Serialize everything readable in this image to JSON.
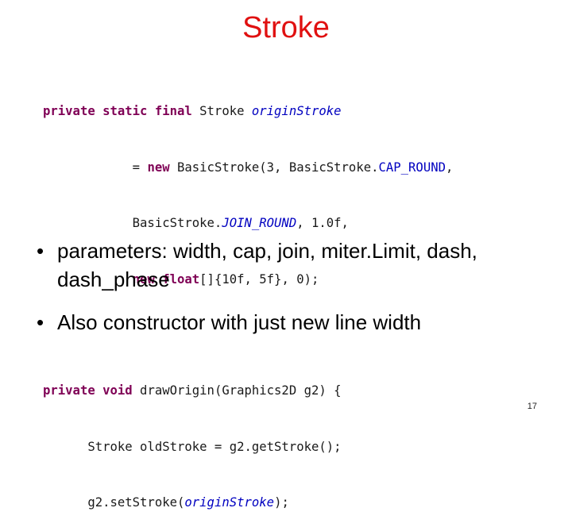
{
  "slide": {
    "title": "Stroke",
    "code": {
      "l1": {
        "kw": "private static final",
        "text": " Stroke ",
        "field": "originStroke"
      },
      "l2": {
        "pre": "            = ",
        "kw": "new",
        "text": " BasicStroke(3, BasicStroke.",
        "field": "CAP_ROUND",
        "post": ","
      },
      "l3": {
        "pre": "            BasicStroke.",
        "field": "JOIN_ROUND",
        "post": ", 1.0f,"
      },
      "l4": {
        "pre": "            ",
        "kw": "new float",
        "text": "[]{10f, 5f}, 0);"
      },
      "l5": {
        "kw": "private void",
        "text": " drawOrigin(Graphics2D g2) {"
      },
      "l6": {
        "text": "      Stroke oldStroke = g2.getStroke();"
      },
      "l7": {
        "pre": "      g2.setStroke(",
        "field": "originStroke",
        "post": ");"
      }
    },
    "bullets": [
      {
        "marker": "•",
        "text": "parameters: width, cap, join, miter.Limit, dash, dash_phase"
      },
      {
        "marker": "•",
        "text": "Also constructor with just new line width"
      }
    ],
    "page_number": "17"
  }
}
